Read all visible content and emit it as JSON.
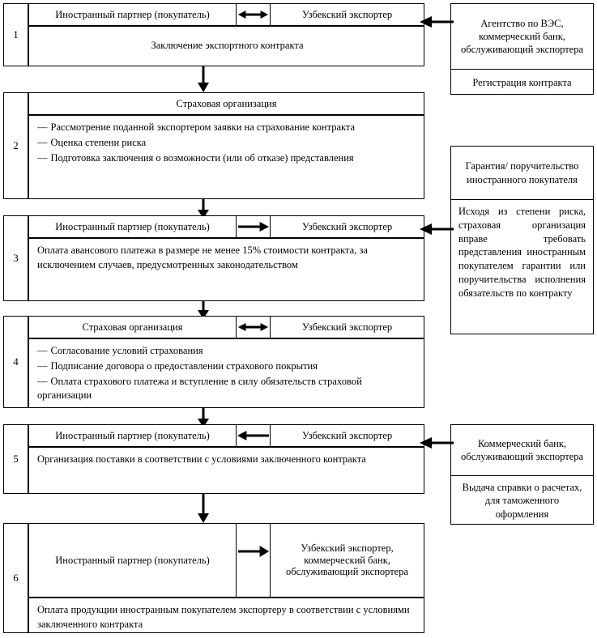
{
  "diagram": {
    "title": "Export contract insurance process flow",
    "colors": {
      "line": "#000000",
      "background": "#ffffff",
      "text": "#000000"
    },
    "actors": {
      "foreign_partner": "Иностранный партнер (покупатель)",
      "uzbek_exporter": "Узбекский экспортер",
      "insurance_org": "Страховая организация",
      "uzbek_exporter_bank": "Узбекский экспортер, коммерческий банк, обслуживающий экспортера"
    },
    "steps": [
      {
        "number": "1",
        "head_left": "Иностранный партнер (покупатель)",
        "head_arrow": "double-arrow",
        "head_right": "Узбекский экспортер",
        "description": "Заключение экспортного контракта",
        "description_align": "centered"
      },
      {
        "number": "2",
        "head_full": "Страховая организация",
        "head_arrow": "none",
        "bullets": [
          "Рассмотрение поданной экспортером заявки на страхование контракта",
          "Оценка степени риска",
          "Подготовка заключения о возможности (или об отказе) представления"
        ]
      },
      {
        "number": "3",
        "head_left": "Иностранный партнер (покупатель)",
        "head_arrow": "right-arrow",
        "head_right": "Узбекский экспортер",
        "description": "Оплата авансового платежа в размере не менее 15% стоимости контракта, за исключением случаев, предусмотренных законодательством",
        "description_align": "left"
      },
      {
        "number": "4",
        "head_left": "Страховая организация",
        "head_arrow": "double-arrow",
        "head_right": "Узбекский экспортер",
        "bullets": [
          "Согласование условий страхования",
          "Подписание договора о предоставлении страхового покрытия",
          "Оплата страхового платежа и вступление в силу обязательств страховой организации"
        ]
      },
      {
        "number": "5",
        "head_left": "Иностранный партнер (покупатель)",
        "head_arrow": "left-arrow",
        "head_right": "Узбекский экспортер",
        "description": "Организация поставки в соответствии с условиями заключенного контракта",
        "description_align": "left"
      },
      {
        "number": "6",
        "head_left": "Иностранный партнер (покупатель)",
        "head_arrow": "right-arrow",
        "head_right": "Узбекский экспортер, коммерческий банк, обслуживающий экспортера",
        "description": "Оплата продукции иностранным покупателем экспортеру в соответствии с условиями заключенного контракта",
        "description_align": "left"
      }
    ],
    "side_boxes": [
      {
        "id": "side-1",
        "top_text": "Агентство по ВЭС, коммерческий банк, обслуживающий экспортера",
        "bottom_text": "Регистрация контракта",
        "connects_to_step": "1"
      },
      {
        "id": "side-2",
        "top_text": "Гарантия/ поручительство иностранного покупателя",
        "bottom_text": "Исходя из степени риска, страховая организация вправе требовать представления иностранным покупателем гарантии или поручительства исполнения обязательств по контракту",
        "connects_to_step": "3"
      },
      {
        "id": "side-3",
        "top_text": "Коммерческий банк, обслуживающий экспортера",
        "bottom_text": "Выдача справки о расчетах, для таможенного оформления",
        "connects_to_step": "5"
      }
    ],
    "connectors": [
      {
        "from": "1",
        "to": "2",
        "type": "down-arrow"
      },
      {
        "from": "2",
        "to": "3",
        "type": "down-arrow"
      },
      {
        "from": "3",
        "to": "4",
        "type": "down-arrow"
      },
      {
        "from": "4",
        "to": "5",
        "type": "down-arrow"
      },
      {
        "from": "5",
        "to": "6",
        "type": "down-arrow"
      }
    ]
  }
}
